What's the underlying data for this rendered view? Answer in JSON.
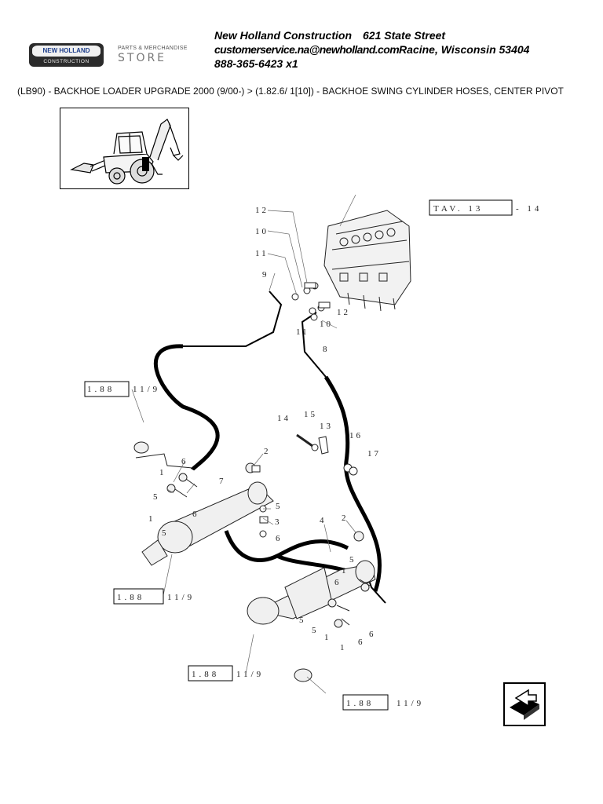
{
  "header": {
    "brand_name": "NEW HOLLAND",
    "brand_division": "CONSTRUCTION",
    "store_tagline": "PARTS & MERCHANDISE",
    "store_name": "STORE",
    "company": "New Holland Construction",
    "street": "621 State Street",
    "email": "customerservice.na@newholland.com",
    "city": "Racine, Wisconsin 53404",
    "phone": "888-365-6423 x1"
  },
  "breadcrumb": "(LB90) - BACKHOE LOADER UPGRADE 2000 (9/00-) > (1.82.6/ 1[10]) - BACKHOE SWING CYLINDER HOSES, CENTER PIVOT",
  "diagram": {
    "tav_ref": "TAV. 13",
    "tav_suffix": "- 14",
    "ref_box": "1.88",
    "ref_page": "11/9",
    "ref_page_partial": "11/9",
    "callouts": {
      "c1": "1",
      "c2": "2",
      "c3": "3",
      "c4": "4",
      "c5": "5",
      "c6": "6",
      "c7": "7",
      "c8": "8",
      "c9": "9",
      "c10": "10",
      "c11": "11",
      "c12": "12",
      "c13": "13",
      "c14": "14",
      "c15": "15",
      "c16": "16",
      "c17": "17"
    }
  }
}
